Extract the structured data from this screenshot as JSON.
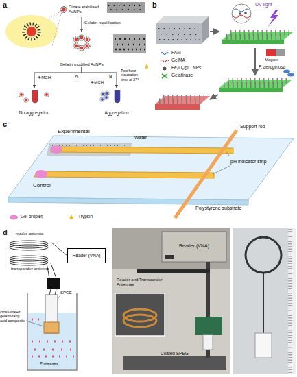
{
  "diagram": {
    "nodes": [
      {
        "text": [
          "Citrate stabilised AuNPs"
        ]
      },
      {
        "text": [
          "Gelatin modified AuNPs"
        ]
      },
      {
        "text": [
          "No aggregation"
        ]
      },
      {
        "text": [
          "Aggregation"
        ]
      },
      {
        "text": [
          "reader antenna"
        ]
      },
      {
        "text": [
          "Reader (VNA)"
        ]
      }
    ],
    "edges": [
      {
        "from": 0,
        "to": 1,
        "arrow": "to",
        "label": "Gelatin modification"
      },
      {
        "from": 1,
        "to": 2,
        "arrow": "to",
        "label": "A"
      },
      {
        "from": 1,
        "to": 3,
        "arrow": "to",
        "label": "B"
      },
      {
        "from": 4,
        "to": 5,
        "arrow": "none"
      }
    ],
    "labels": [
      "a",
      "4-MCH",
      "Two hour incubation time at 37°",
      "4-MCH",
      "b",
      "UV light",
      "Magnet",
      "P. aeruginosa",
      "c",
      "Experimental",
      "Water",
      "Support rod",
      "pH indicator strip",
      "Control",
      "Polystyrene substrate",
      "d",
      "transponder antenna",
      "SPGE",
      "cross-linked gelatin-fatty acid composite",
      "Proteases",
      "Reader (VNA)",
      "Reader and Transponder Antennas",
      "Coated SPEG"
    ],
    "legend": [
      {
        "text": "PAM"
      },
      {
        "text": "GelMA"
      },
      {
        "text": "Fe₃O₄@C NPs"
      },
      {
        "text": "Gelatinase"
      },
      {
        "text": "Gel droplet"
      },
      {
        "text": "Trypsin"
      }
    ]
  }
}
